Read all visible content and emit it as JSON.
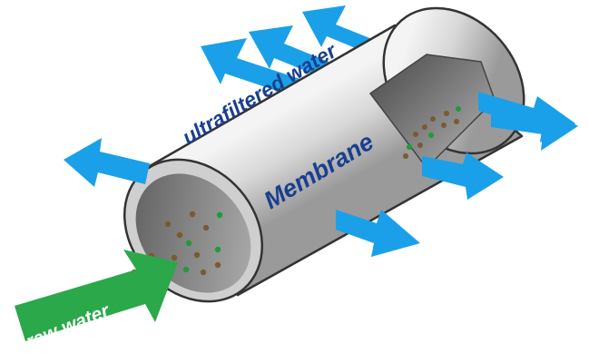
{
  "labels": {
    "permeate": "ultrafiltered water",
    "membrane": "Membrane",
    "feed": "raw water"
  },
  "colors": {
    "flow_arrow": "#1aa0e8",
    "feed_arrow": "#2aa84a",
    "label_text": "#1a3f8f",
    "tube_body": "#dcdcdc",
    "particle_brown": "#7a5a32",
    "particle_green": "#1f9a3c"
  },
  "icons": {
    "permeate_arrows": "arrow-right-icon",
    "feed_arrow": "arrow-right-icon",
    "particles": "dot-icon"
  }
}
